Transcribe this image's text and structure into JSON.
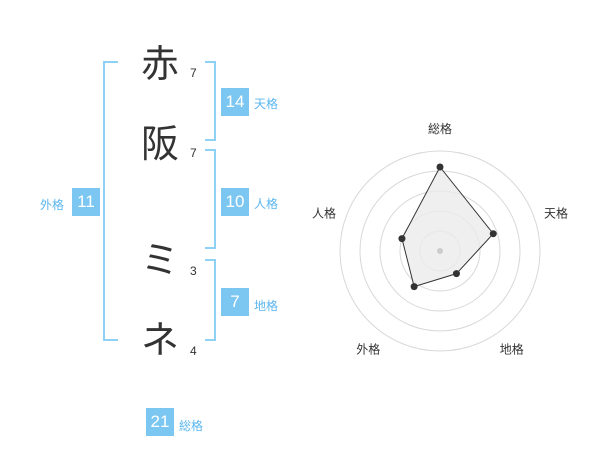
{
  "name_chars": [
    {
      "char": "赤",
      "strokes": "7"
    },
    {
      "char": "阪",
      "strokes": "7"
    },
    {
      "char": "ミ",
      "strokes": "3"
    },
    {
      "char": "ネ",
      "strokes": "4"
    }
  ],
  "kaku": {
    "tenkaku": {
      "value": "14",
      "label": "天格"
    },
    "jinkaku": {
      "value": "10",
      "label": "人格"
    },
    "chikaku": {
      "value": "7",
      "label": "地格"
    },
    "gaikaku": {
      "value": "11",
      "label": "外格"
    },
    "soukaku": {
      "value": "21",
      "label": "総格"
    }
  },
  "chart_data": {
    "type": "radar",
    "axes": [
      "総格",
      "天格",
      "地格",
      "外格",
      "人格"
    ],
    "values": [
      21,
      14,
      7,
      11,
      10
    ],
    "rings": 5,
    "colors": {
      "ring": "#d8d8d8",
      "fill": "#ebebeb",
      "line": "#333333",
      "point": "#333333",
      "center": "#cccccc"
    }
  },
  "colors": {
    "accent": "#7cc7f2",
    "bracket": "#8fd0f5"
  }
}
